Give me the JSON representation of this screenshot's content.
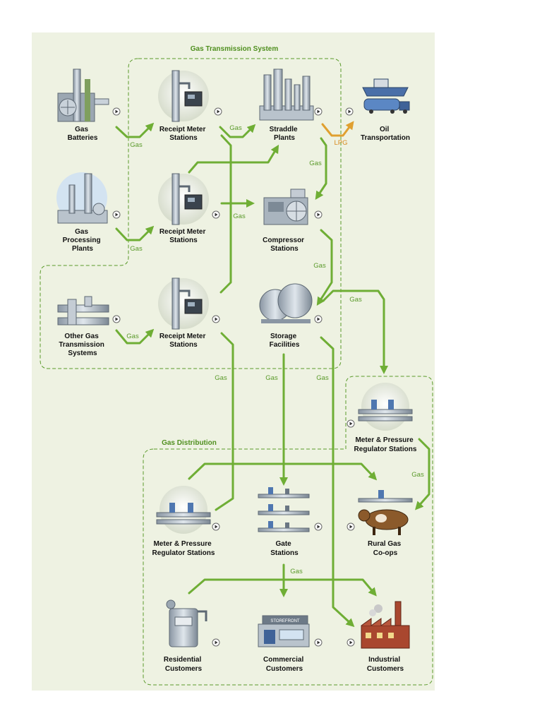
{
  "regions": {
    "transmission": "Gas Transmission System",
    "distribution": "Gas Distribution"
  },
  "nodes": {
    "gas_batteries": [
      "Gas",
      "Batteries"
    ],
    "receipt_meter_1": [
      "Receipt Meter",
      "Stations"
    ],
    "straddle_plants": [
      "Straddle",
      "Plants"
    ],
    "oil_transportation": [
      "Oil",
      "Transportation"
    ],
    "gas_processing": [
      "Gas",
      "Processing",
      "Plants"
    ],
    "receipt_meter_2": [
      "Receipt Meter",
      "Stations"
    ],
    "compressor_stations": [
      "Compressor",
      "Stations"
    ],
    "other_gas": [
      "Other Gas",
      "Transmission",
      "Systems"
    ],
    "receipt_meter_3": [
      "Receipt Meter",
      "Stations"
    ],
    "storage_facilities": [
      "Storage",
      "Facilities"
    ],
    "meter_pressure_right": [
      "Meter & Pressure",
      "Regulator Stations"
    ],
    "meter_pressure_left": [
      "Meter & Pressure",
      "Regulator Stations"
    ],
    "gate_stations": [
      "Gate",
      "Stations"
    ],
    "rural_gas": [
      "Rural Gas",
      "Co-ops"
    ],
    "residential": [
      "Residential",
      "Customers"
    ],
    "commercial": [
      "Commercial",
      "Customers"
    ],
    "industrial": [
      "Industrial",
      "Customers"
    ]
  },
  "flows": {
    "gas": "Gas",
    "lpg": "LPG"
  },
  "signs": {
    "store": "STOREFRONT"
  },
  "colors": {
    "pipe": "#6fae35",
    "lpg_pipe": "#e0a030",
    "region_border": "#5a9a2a",
    "panel": "#eef2e2"
  }
}
